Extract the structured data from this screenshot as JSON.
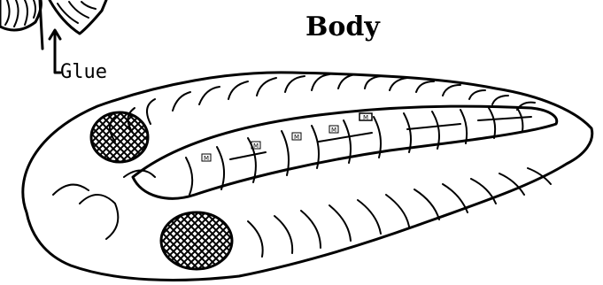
{
  "labels": {
    "body": "Body",
    "glue": "Glue"
  },
  "tiny_marks": [
    "M",
    "M",
    "M",
    "M",
    "M"
  ],
  "colors": {
    "ink": "#000000",
    "background": "#ffffff"
  }
}
